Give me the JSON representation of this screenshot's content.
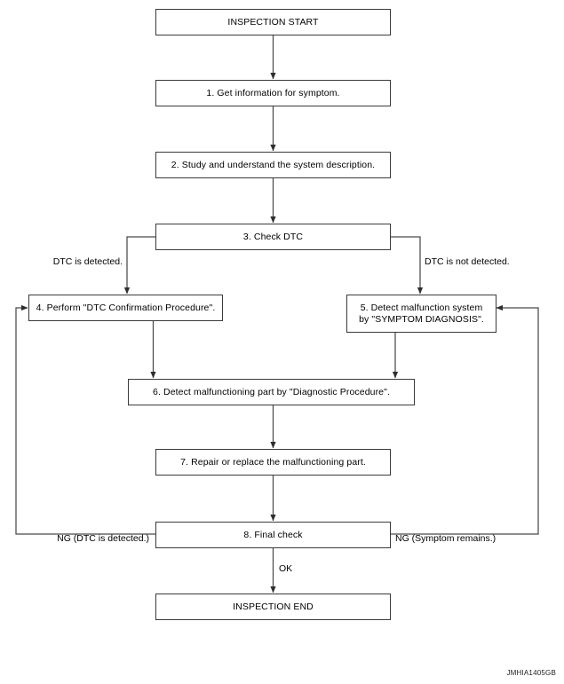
{
  "diagram": {
    "title": "INSPECTION START",
    "figure_code": "JMHIA1405GB",
    "type": "flowchart",
    "nodes": [
      {
        "id": "start",
        "label": "INSPECTION START"
      },
      {
        "id": "step1",
        "label": "1. Get information for symptom."
      },
      {
        "id": "step2",
        "label": "2. Study and understand the system description."
      },
      {
        "id": "step3",
        "label": "3. Check DTC"
      },
      {
        "id": "step4",
        "label": "4. Perform \"DTC Confirmation Procedure\"."
      },
      {
        "id": "step5",
        "label": "5. Detect malfunction system\nby \"SYMPTOM DIAGNOSIS\"."
      },
      {
        "id": "step6",
        "label": "6. Detect malfunctioning part by \"Diagnostic Procedure\"."
      },
      {
        "id": "step7",
        "label": "7. Repair or replace the malfunctioning part."
      },
      {
        "id": "step8",
        "label": "8. Final check"
      },
      {
        "id": "end",
        "label": "INSPECTION END"
      }
    ],
    "edge_labels": {
      "dtc_detected": "DTC is detected.",
      "dtc_not_detected": "DTC is not detected.",
      "ng_dtc_detected": "NG (DTC is detected.)",
      "ng_symptom_remains": "NG (Symptom remains.)",
      "ok": "OK"
    },
    "colors": {
      "box_border": "#3a3a3a",
      "line": "#3a3a3a",
      "text": "#000000",
      "background": "#ffffff"
    }
  }
}
